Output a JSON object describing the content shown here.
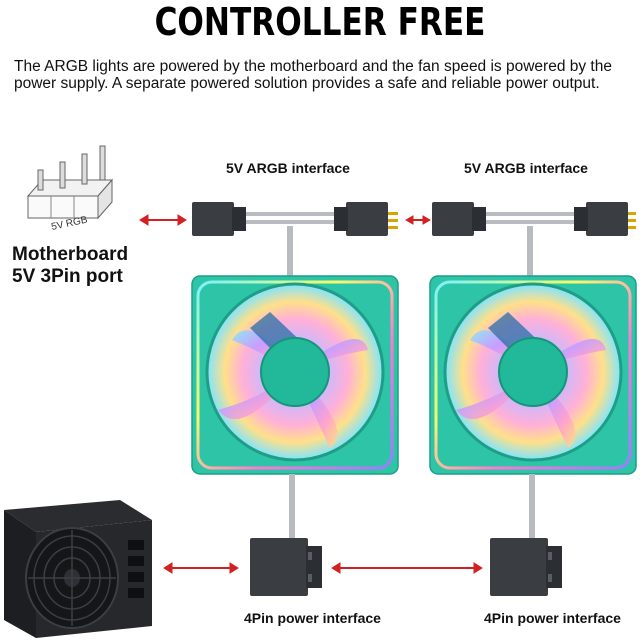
{
  "title": "CONTROLLER FREE",
  "description": "The ARGB lights are powered by the motherboard and the fan speed is powered by the power supply. A separate powered solution provides a safe and reliable power output.",
  "labels": {
    "argb_left": "5V ARGB interface",
    "argb_right": "5V ARGB interface",
    "mb_port_line1": "Motherboard",
    "mb_port_line2": "5V 3Pin port",
    "port_silk": "5V RGB",
    "power_left": "4Pin power interface",
    "power_right": "4Pin power interface"
  },
  "colors": {
    "fan_frame": "#2ec4a8",
    "hub": "#22b89a",
    "arrow": "#d32020",
    "connector": "#3a3d42",
    "wire": "#b8bcc0"
  }
}
